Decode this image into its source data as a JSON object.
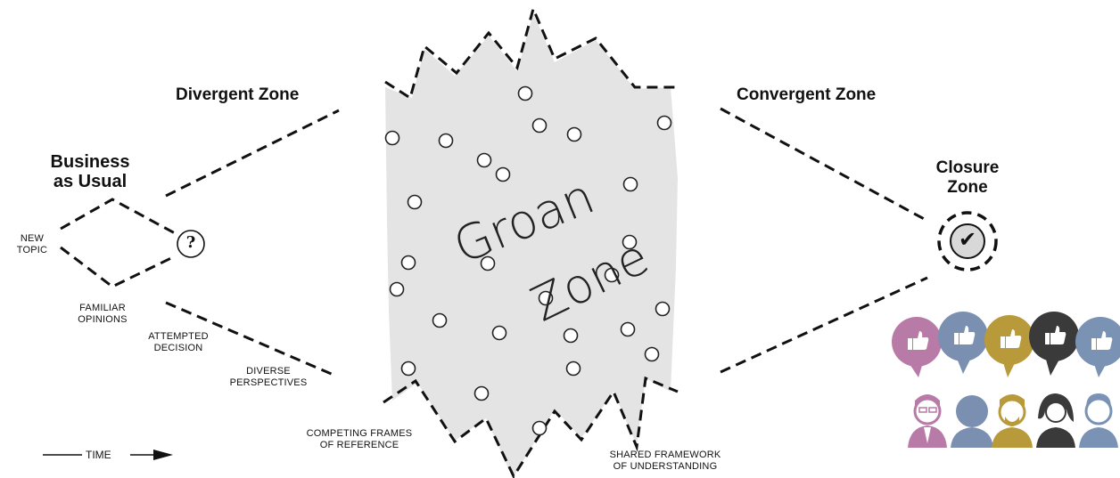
{
  "zones": {
    "business_as_usual": {
      "line1": "Business",
      "line2": "as Usual"
    },
    "divergent": "Divergent Zone",
    "groan": {
      "word1": "Groan",
      "word2": "Zone"
    },
    "convergent": "Convergent Zone",
    "closure": {
      "line1": "Closure",
      "line2": "Zone"
    }
  },
  "annotations": {
    "new_topic": {
      "line1": "NEW",
      "line2": "TOPIC"
    },
    "familiar_opinions": {
      "line1": "FAMILIAR",
      "line2": "OPINIONS"
    },
    "attempted_decision": {
      "line1": "ATTEMPTED",
      "line2": "DECISION"
    },
    "diverse_perspectives": {
      "line1": "DIVERSE",
      "line2": "PERSPECTIVES"
    },
    "competing_frames": {
      "line1": "COMPETING FRAMES",
      "line2": "OF REFERENCE"
    },
    "shared_framework": {
      "line1": "SHARED FRAMEWORK",
      "line2": "OF UNDERSTANDING"
    }
  },
  "question_symbol": "?",
  "check_symbol": "✔",
  "time_label": "TIME",
  "colors": {
    "groan_fill": "#e4e4e4",
    "line": "#111111",
    "bubble_pink": "#b87aa6",
    "bubble_blue": "#7b8fb0",
    "bubble_gold": "#b89a3a",
    "bubble_dark": "#3a3a3a",
    "bubble_slate": "#7a92b4"
  }
}
